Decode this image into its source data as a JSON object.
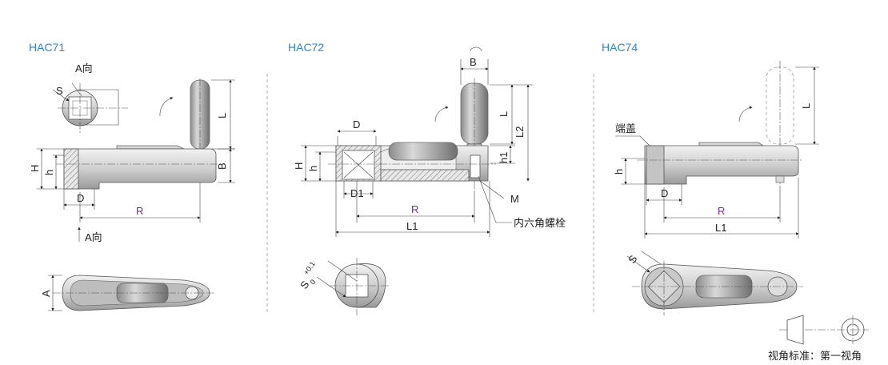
{
  "views": [
    {
      "model": "HAC71",
      "labels": {
        "view_a_top": "A向",
        "view_a_bottom": "A向",
        "s": "S",
        "l": "L",
        "b": "B",
        "h_upper": "H",
        "h_lower": "h",
        "d": "D",
        "r": "R",
        "a": "A"
      }
    },
    {
      "model": "HAC72",
      "labels": {
        "b": "B",
        "d": "D",
        "l": "L",
        "l2": "L2",
        "h_upper": "H",
        "h_lower": "h",
        "h1": "h1",
        "d1": "D1",
        "r": "R",
        "l1": "L1",
        "m": "M",
        "hex_bolt": "内六角螺栓",
        "s_tol": "S",
        "tol_plus": "+0.1",
        "tol_zero": "0"
      }
    },
    {
      "model": "HAC74",
      "labels": {
        "end_cap": "端盖",
        "l": "L",
        "h": "h",
        "d": "D",
        "r": "R",
        "l1": "L1",
        "s": "S"
      }
    }
  ],
  "legend": {
    "projection_text": "视角标准：第一视角"
  },
  "colors": {
    "title": "#2f86c4",
    "dimension_r": "#7a2e8a",
    "line": "#333333",
    "body_gray": "#c8c8c8"
  }
}
